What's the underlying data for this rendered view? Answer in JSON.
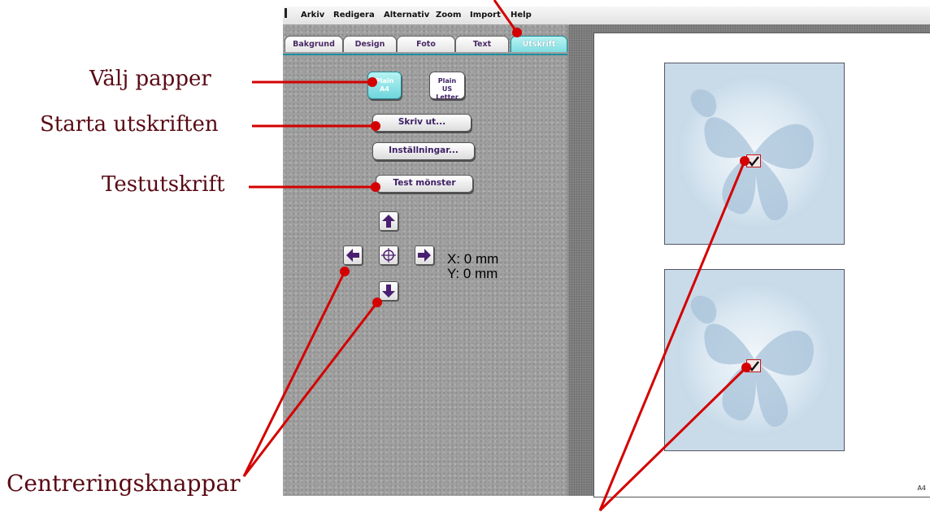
{
  "menu": [
    "Arkiv",
    "Redigera",
    "Alternativ",
    "Zoom",
    "Import",
    "Help"
  ],
  "tabs": [
    {
      "label": "Bakgrund",
      "active": false
    },
    {
      "label": "Design",
      "active": false
    },
    {
      "label": "Foto",
      "active": false
    },
    {
      "label": "Text",
      "active": false
    },
    {
      "label": "Utskrift",
      "active": true
    }
  ],
  "paper_buttons": [
    {
      "line1": "Plain",
      "line2": "A4",
      "selected": true
    },
    {
      "line1": "Plain",
      "line2": "US Letter",
      "selected": false
    }
  ],
  "buttons": {
    "print": "Skriv ut...",
    "settings": "Inställningar...",
    "test": "Test mönster"
  },
  "position": {
    "x": "X: 0 mm",
    "y": "Y: 0 mm"
  },
  "preview": {
    "paper_size": "A4",
    "cards": 2
  },
  "annotations": {
    "select_paper": "Välj papper",
    "start_print": "Starta utskriften",
    "test_print": "Testutskrift",
    "centering": "Centreringsknappar"
  },
  "colors": {
    "annotation_text": "#5a0a14",
    "annotation_line": "#d40000",
    "active_tab": "#7fdde0",
    "button_text": "#3e1f66",
    "arrow_fill": "#4a1f6f"
  }
}
